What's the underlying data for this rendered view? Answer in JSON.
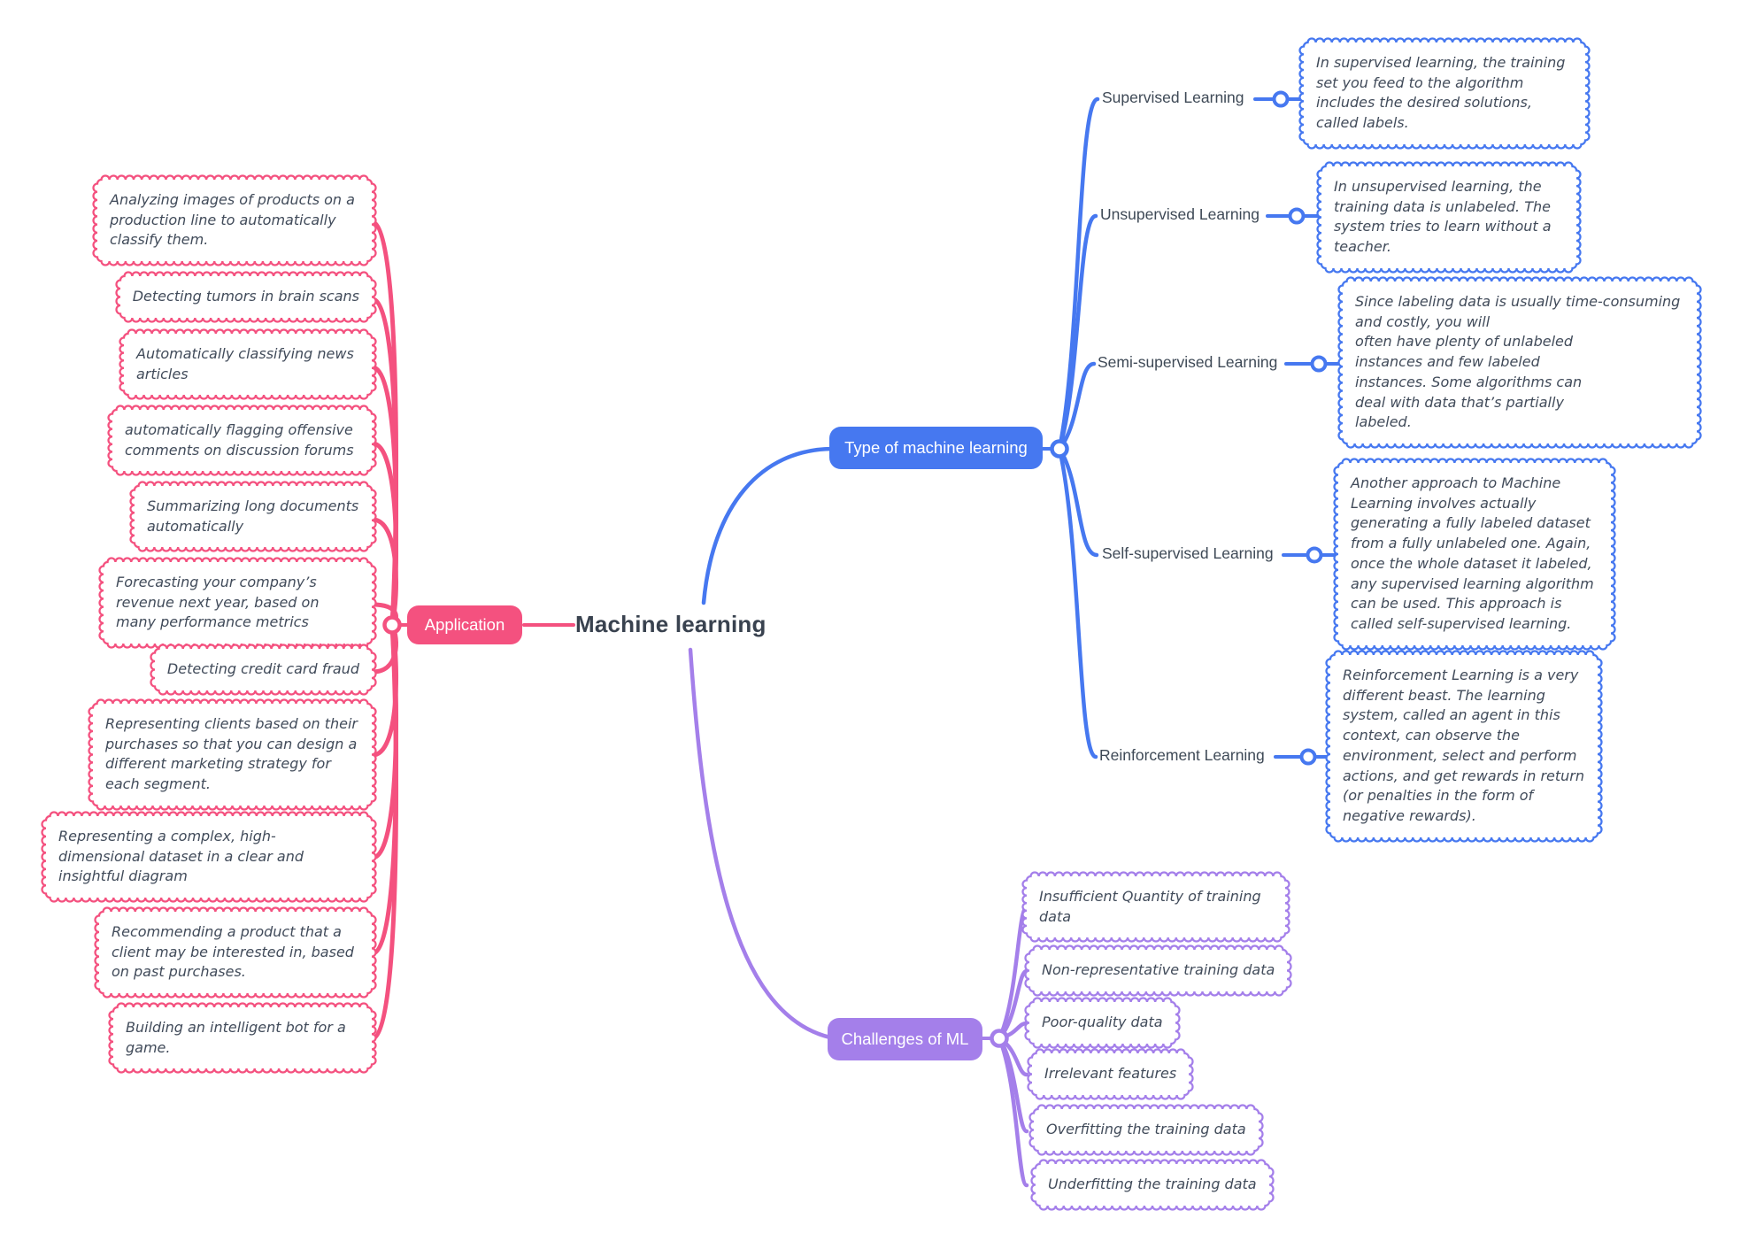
{
  "title": "Machine learning",
  "colors": {
    "application": "#F4517F",
    "types": "#4678F0",
    "challenges": "#A47FEA"
  },
  "branches": {
    "application": {
      "label": "Application",
      "items": [
        "Analyzing images of products on a production line to automatically classify them.",
        "Detecting tumors in brain scans",
        "Automatically classifying news articles",
        "automatically flagging offensive comments on discussion forums",
        "Summarizing long documents automatically",
        "Forecasting your company’s revenue next year, based on many performance metrics",
        "Detecting credit card fraud",
        "Representing clients based on their purchases so that you can design a different marketing strategy for each segment.",
        "Representing a complex, high-dimensional dataset in a clear and\ninsightful diagram",
        "Recommending a product that a client may be interested in, based on past purchases.",
        "Building an intelligent bot for a game."
      ]
    },
    "types": {
      "label": "Type of machine learning",
      "items": [
        {
          "label": "Supervised Learning",
          "description": "In supervised learning, the training set you feed to the algorithm includes the desired solutions, called labels."
        },
        {
          "label": "Unsupervised Learning",
          "description": "In unsupervised learning, the training data is unlabeled. The system tries to learn without a teacher."
        },
        {
          "label": "Semi-supervised Learning",
          "description": "Since labeling data is usually time-consuming\nand costly, you will\noften have plenty of unlabeled\ninstances and few labeled\ninstances. Some algorithms can\ndeal with data that’s partially\nlabeled."
        },
        {
          "label": "Self-supervised Learning",
          "description": "Another approach to Machine Learning involves actually generating a fully labeled dataset from a fully unlabeled one. Again, once the whole dataset it labeled, any supervised learning algorithm can be used. This approach is called self-supervised learning."
        },
        {
          "label": "Reinforcement Learning",
          "description": "Reinforcement Learning is a very different beast. The learning system, called an agent in this context, can observe the environment, select and perform actions, and get rewards in return (or penalties in the form of negative rewards)."
        }
      ]
    },
    "challenges": {
      "label": "Challenges of ML",
      "items": [
        "Insufficient Quantity of training data",
        "Non-representative training data",
        "Poor-quality data",
        "Irrelevant features",
        "Overfitting the training data",
        "Underfitting the training data"
      ]
    }
  }
}
